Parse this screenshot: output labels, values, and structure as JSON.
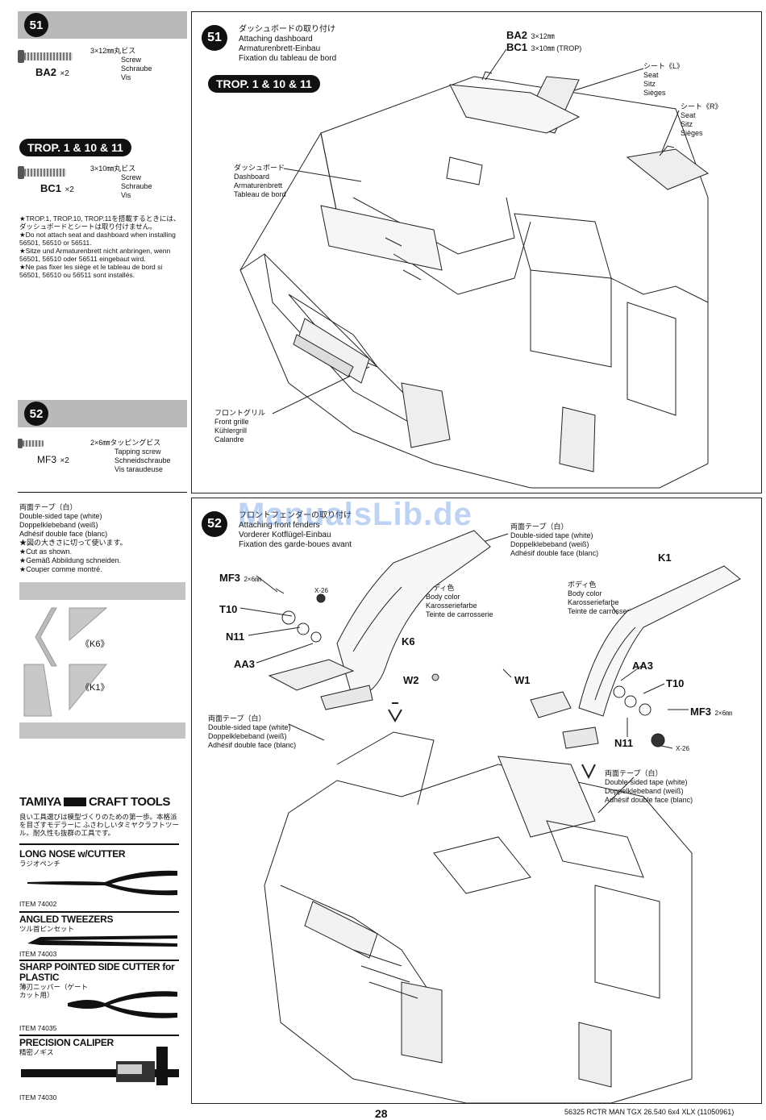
{
  "sidebar": {
    "step51": {
      "number": "51",
      "screw_ba2": {
        "code": "BA2",
        "qty": "×2",
        "size_jp": "3×12㎜丸ビス",
        "en": "Screw",
        "de": "Schraube",
        "fr": "Vis"
      },
      "trop_badge": "TROP. 1 & 10 & 11",
      "screw_bc1": {
        "code": "BC1",
        "qty": "×2",
        "size_jp": "3×10㎜丸ビス",
        "en": "Screw",
        "de": "Schraube",
        "fr": "Vis"
      },
      "notes": [
        "★TROP.1, TROP.10, TROP.11を搭載するときには、ダッシュボードとシートは取り付けません。",
        "★Do not attach seat and dashboard when installing 56501, 56510 or 56511.",
        "★Sitze und Armaturenbrett nicht anbringen, wenn 56501, 56510 oder 56511 eingebaut wird.",
        "★Ne pas fixer les siège et le tableau de bord si 56501, 56510 ou 56511 sont installés."
      ]
    },
    "step52": {
      "number": "52",
      "screw_mf3": {
        "code": "MF3",
        "qty": "×2",
        "size_jp": "2×6㎜タッピングビス",
        "en": "Tapping screw",
        "de": "Schneidschraube",
        "fr": "Vis taraudeuse"
      },
      "tape": {
        "jp": "両面テープ（白）",
        "en": "Double-sided tape (white)",
        "de": "Doppelklebeband (weiß)",
        "fr": "Adhésif double face (blanc)",
        "cut_jp": "★図の大きさに切って使います。",
        "cut_en": "★Cut as shown.",
        "cut_de": "★Gemäß Abbildung schneiden.",
        "cut_fr": "★Couper comme montré."
      },
      "k6": "《K6》",
      "k1": "《K1》"
    },
    "tools": {
      "brand": "TAMIYA",
      "brand_suffix": "CRAFT TOOLS",
      "intro_jp": "良い工具選びは模型づくりのための第一歩。本格派を目ざすモデラーに ふさわしいタミヤクラフトツール。耐久性も抜群の工具です。",
      "items": [
        {
          "name": "LONG NOSE w/CUTTER",
          "jp": "ラジオペンチ",
          "item": "ITEM 74002"
        },
        {
          "name": "ANGLED TWEEZERS",
          "jp": "ツル首ピンセット",
          "item": "ITEM 74003"
        },
        {
          "name": "SHARP POINTED SIDE CUTTER for PLASTIC",
          "jp": "薄刃ニッパー（ゲートカット用）",
          "item": "ITEM 74035"
        },
        {
          "name": "PRECISION CALIPER",
          "jp": "精密ノギス",
          "item": "ITEM 74030"
        }
      ]
    }
  },
  "panel51": {
    "number": "51",
    "title_jp": "ダッシュボードの取り付け",
    "title_en": "Attaching dashboard",
    "title_de": "Armaturenbrett-Einbau",
    "title_fr": "Fixation du tableau de bord",
    "trop_badge": "TROP. 1 & 10 & 11",
    "ba2_label": "BA2",
    "ba2_size": "3×12㎜",
    "bc1_label": "BC1",
    "bc1_size": "3×10㎜ (TROP)",
    "seat_l": {
      "jp": "シート《L》",
      "en": "Seat",
      "de": "Sitz",
      "fr": "Sièges"
    },
    "seat_r": {
      "jp": "シート《R》",
      "en": "Seat",
      "de": "Sitz",
      "fr": "Sièges"
    },
    "dashboard": {
      "jp": "ダッシュボード",
      "en": "Dashboard",
      "de": "Armaturenbrett",
      "fr": "Tableau de bord"
    },
    "grille": {
      "jp": "フロントグリル",
      "en": "Front grille",
      "de": "Kühlergrill",
      "fr": "Calandre"
    }
  },
  "panel52": {
    "number": "52",
    "title_jp": "フロントフェンダーの取り付け",
    "title_en": "Attaching front fenders",
    "title_de": "Vorderer Kotflügel-Einbau",
    "title_fr": "Fixation des garde-boues avant",
    "tape_top": {
      "jp": "両面テープ（白）",
      "en": "Double-sided tape (white)",
      "de": "Doppelklebeband (weiß)",
      "fr": "Adhésif double face (blanc)"
    },
    "body_color_left": {
      "jp": "ボディ色",
      "en": "Body color",
      "de": "Karosseriefarbe",
      "fr": "Teinte de carrosserie"
    },
    "body_color_right": {
      "jp": "ボディ色",
      "en": "Body color",
      "de": "Karosseriefarbe",
      "fr": "Teinte de carrosserie"
    },
    "tape_left": {
      "jp": "両面テープ（白）",
      "en": "Double-sided tape (white)",
      "de": "Doppelklebeband (weiß)",
      "fr": "Adhésif double face (blanc)"
    },
    "tape_right": {
      "jp": "両面テープ（白）",
      "en": "Double-sided tape (white)",
      "de": "Doppelklebeband (weiß)",
      "fr": "Adhésif double face (blanc)"
    },
    "parts": {
      "mf3_left": "MF3",
      "mf3_left_size": "2×6㎜",
      "x26_left": "X-26",
      "t10_left": "T10",
      "n11_left": "N11",
      "aa3_left": "AA3",
      "k6": "K6",
      "w2": "W2",
      "k1": "K1",
      "w1": "W1",
      "aa3_right": "AA3",
      "t10_right": "T10",
      "mf3_right": "MF3",
      "mf3_right_size": "2×6㎜",
      "n11_right": "N11",
      "x26_right": "X-26"
    }
  },
  "watermark": "ManualsLib.de",
  "footer": {
    "page": "28",
    "code": "56325 RCTR MAN TGX 26.540 6x4 XLX (11050961)"
  }
}
